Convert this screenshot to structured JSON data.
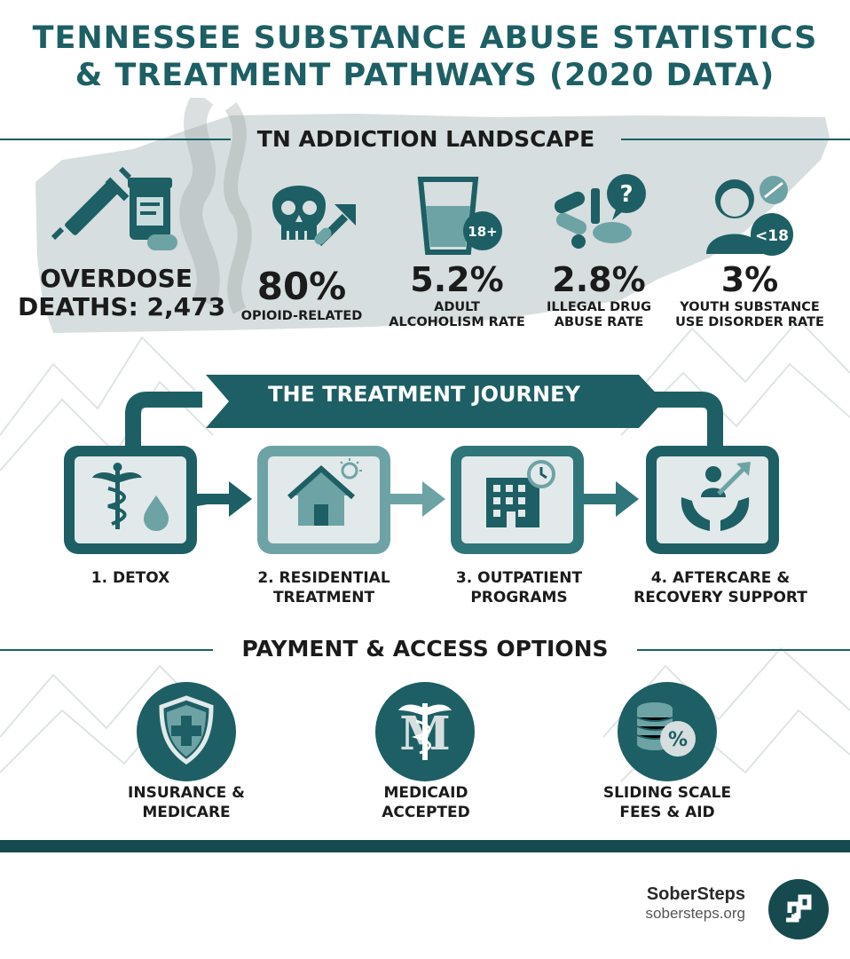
{
  "title": {
    "line1": "TENNESSEE SUBSTANCE ABUSE STATISTICS",
    "line2": "& TREATMENT PATHWAYS (2020 DATA)"
  },
  "landscape": {
    "heading": "TN ADDICTION LANDSCAPE",
    "stats": [
      {
        "value": "OVERDOSE",
        "value2": "DEATHS: 2,473",
        "icon": "syringe-pill-icon"
      },
      {
        "value": "80%",
        "label": "OPIOID-RELATED",
        "icon": "skull-arrow-icon"
      },
      {
        "value": "5.2%",
        "label": "ADULT",
        "label2": "ALCOHOLISM RATE",
        "badge": "18+",
        "icon": "glass-icon"
      },
      {
        "value": "2.8%",
        "label": "ILLEGAL DRUG",
        "label2": "ABUSE RATE",
        "badge": "?",
        "icon": "pills-icon"
      },
      {
        "value": "3%",
        "label": "YOUTH SUBSTANCE",
        "label2": "USE DISORDER RATE",
        "badge": "<18",
        "icon": "youth-icon"
      }
    ]
  },
  "journey": {
    "heading": "THE TREATMENT JOURNEY",
    "steps": [
      {
        "line1": "1. DETOX",
        "line2": "",
        "icon": "caduceus-drop-icon"
      },
      {
        "line1": "2. RESIDENTIAL",
        "line2": "TREATMENT",
        "icon": "house-sun-icon"
      },
      {
        "line1": "3. OUTPATIENT",
        "line2": "PROGRAMS",
        "icon": "building-clock-icon"
      },
      {
        "line1": "4. AFTERCARE &",
        "line2": "RECOVERY SUPPORT",
        "icon": "hands-person-icon"
      }
    ]
  },
  "payment": {
    "heading": "PAYMENT & ACCESS OPTIONS",
    "options": [
      {
        "line1": "INSURANCE &",
        "line2": "MEDICARE",
        "icon": "shield-cross-icon"
      },
      {
        "line1": "MEDICAID",
        "line2": "ACCEPTED",
        "icon": "medicaid-caduceus-icon",
        "mark": "M"
      },
      {
        "line1": "SLIDING SCALE",
        "line2": "FEES & AID",
        "icon": "coins-percent-icon",
        "mark": "%"
      }
    ]
  },
  "brand": {
    "name": "SoberSteps",
    "url": "sobersteps.org"
  },
  "colors": {
    "primary": "#1d5f64",
    "dark": "#174a4e",
    "light_teal": "#6ea3a6",
    "map_gray": "#d7dfe0"
  }
}
